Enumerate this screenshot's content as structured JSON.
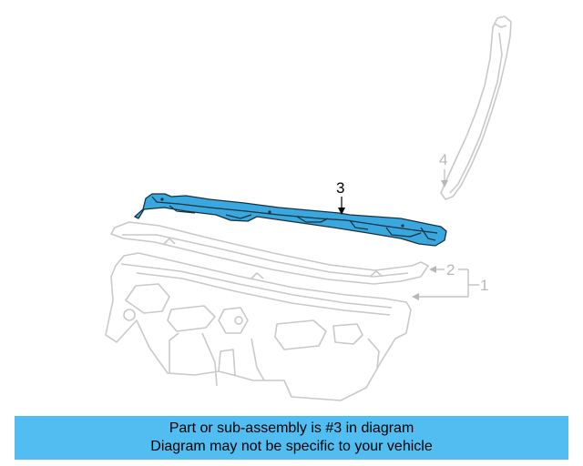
{
  "diagram": {
    "callouts": {
      "part_1": "1",
      "part_2": "2",
      "part_3": "3",
      "part_4": "4"
    },
    "highlight_part": "3",
    "colors": {
      "highlight_fill": "#3aa8de",
      "highlight_stroke": "#15323f",
      "faded_stroke": "#c9c9c9",
      "faded_label": "#b8b8b8",
      "active_label": "#000000"
    }
  },
  "banner": {
    "line1": "Part or sub-assembly is #3 in diagram",
    "line2": "Diagram may not be specific to your vehicle",
    "color": "#51bdf0"
  }
}
